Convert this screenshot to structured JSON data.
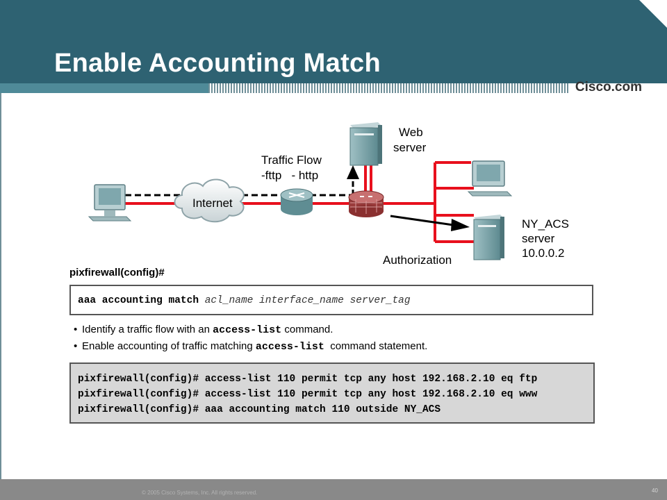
{
  "slide": {
    "title": "Enable Accounting Match",
    "brand": "Cisco.com",
    "footer": {
      "copyright": "© 2005 Cisco Systems, Inc. All rights reserved.",
      "page": "40"
    }
  },
  "diagram": {
    "internet_label": "Internet",
    "traffic_flow": {
      "title": "Traffic Flow",
      "line": "-fttp   - http"
    },
    "web_server": {
      "line1": "Web",
      "line2": "server"
    },
    "acs_server": {
      "line1": "NY_ACS",
      "line2": "server",
      "line3": "10.0.0.2"
    },
    "authorization_label": "Authorization",
    "colors": {
      "link": "#e8101d",
      "flow": "#000000",
      "device": "#7aa3a8"
    }
  },
  "syntax": {
    "prompt": "pixfirewall(config)#",
    "command": "aaa accounting match",
    "args": "acl_name interface_name server_tag"
  },
  "bullets": [
    {
      "before": "Identify a traffic flow with an ",
      "code": "access-list",
      "after": " command."
    },
    {
      "before": "Enable accounting of traffic matching ",
      "code": "access-list",
      "after": "  command statement."
    }
  ],
  "example": [
    "pixfirewall(config)# access-list 110 permit tcp any host 192.168.2.10 eq ftp",
    "pixfirewall(config)# access-list 110 permit tcp any host 192.168.2.10 eq www",
    "pixfirewall(config)# aaa accounting match 110 outside NY_ACS"
  ]
}
